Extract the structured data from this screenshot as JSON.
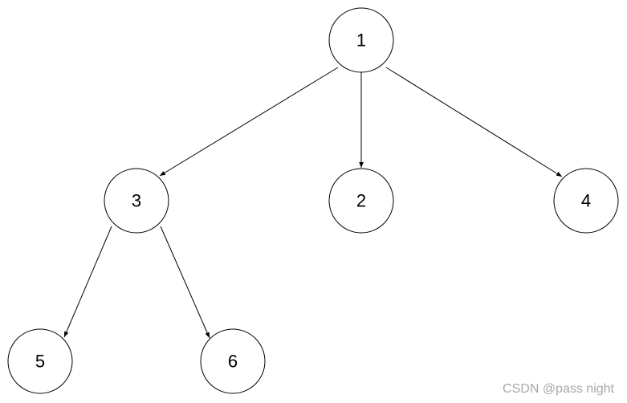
{
  "diagram": {
    "nodes": [
      {
        "id": "n1",
        "label": "1"
      },
      {
        "id": "n3",
        "label": "3"
      },
      {
        "id": "n2",
        "label": "2"
      },
      {
        "id": "n4",
        "label": "4"
      },
      {
        "id": "n5",
        "label": "5"
      },
      {
        "id": "n6",
        "label": "6"
      }
    ],
    "edges": [
      {
        "from": "n1",
        "to": "n3"
      },
      {
        "from": "n1",
        "to": "n2"
      },
      {
        "from": "n1",
        "to": "n4"
      },
      {
        "from": "n3",
        "to": "n5"
      },
      {
        "from": "n3",
        "to": "n6"
      }
    ]
  },
  "watermark": {
    "text": "CSDN @pass night"
  },
  "colors": {
    "stroke": "#000000",
    "background": "#ffffff",
    "watermark": "#a8a8a8"
  }
}
